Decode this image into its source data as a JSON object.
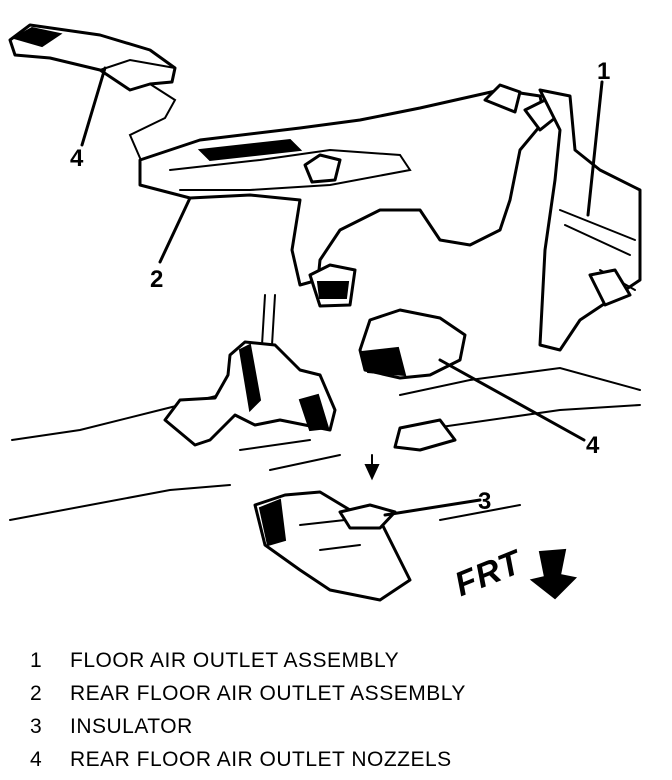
{
  "callouts": [
    "1",
    "2",
    "3",
    "4",
    "4"
  ],
  "direction_label": "FRT",
  "legend": [
    {
      "num": "1",
      "text": "FLOOR AIR OUTLET ASSEMBLY"
    },
    {
      "num": "2",
      "text": "REAR FLOOR AIR OUTLET ASSEMBLY"
    },
    {
      "num": "3",
      "text": "INSULATOR"
    },
    {
      "num": "4",
      "text": "REAR FLOOR AIR OUTLET NOZZELS"
    }
  ]
}
